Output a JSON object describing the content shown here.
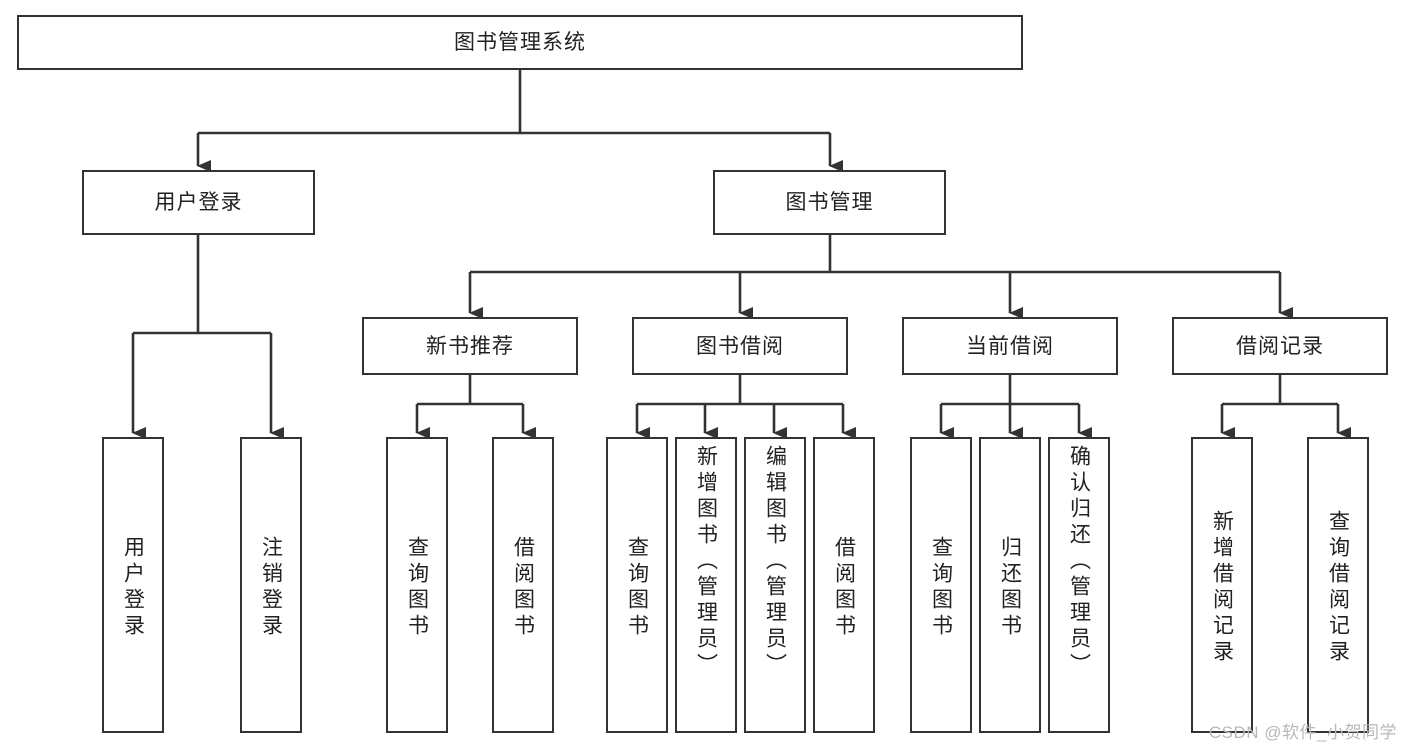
{
  "diagram": {
    "title": "图书管理系统",
    "type": "tree-hierarchy",
    "root": {
      "id": "root",
      "label": "图书管理系统"
    },
    "level1": [
      {
        "id": "user-login",
        "label": "用户登录"
      },
      {
        "id": "book-manage",
        "label": "图书管理"
      }
    ],
    "level2": [
      {
        "id": "new-book-rec",
        "label": "新书推荐",
        "parent": "book-manage"
      },
      {
        "id": "book-borrow",
        "label": "图书借阅",
        "parent": "book-manage"
      },
      {
        "id": "current-borrow",
        "label": "当前借阅",
        "parent": "book-manage"
      },
      {
        "id": "borrow-record",
        "label": "借阅记录",
        "parent": "book-manage"
      }
    ],
    "leaves": [
      {
        "id": "leaf-user-login",
        "label": "用户登录",
        "parent": "user-login"
      },
      {
        "id": "leaf-logout",
        "label": "注销登录",
        "parent": "user-login"
      },
      {
        "id": "leaf-query-book-1",
        "label": "查询图书",
        "parent": "new-book-rec"
      },
      {
        "id": "leaf-borrow-book-1",
        "label": "借阅图书",
        "parent": "new-book-rec"
      },
      {
        "id": "leaf-query-book-2",
        "label": "查询图书",
        "parent": "book-borrow"
      },
      {
        "id": "leaf-add-book",
        "label": "新增图书（管理员）",
        "parent": "book-borrow"
      },
      {
        "id": "leaf-edit-book",
        "label": "编辑图书（管理员）",
        "parent": "book-borrow"
      },
      {
        "id": "leaf-borrow-book-2",
        "label": "借阅图书",
        "parent": "book-borrow"
      },
      {
        "id": "leaf-query-book-3",
        "label": "查询图书",
        "parent": "current-borrow"
      },
      {
        "id": "leaf-return-book",
        "label": "归还图书",
        "parent": "current-borrow"
      },
      {
        "id": "leaf-confirm-return",
        "label": "确认归还（管理员）",
        "parent": "current-borrow"
      },
      {
        "id": "leaf-add-record",
        "label": "新增借阅记录",
        "parent": "borrow-record"
      },
      {
        "id": "leaf-query-record",
        "label": "查询借阅记录",
        "parent": "borrow-record"
      }
    ]
  },
  "watermark": {
    "text": "CSDN @软件_小贺同学"
  },
  "colors": {
    "stroke": "#333333",
    "box_fill": "#ffffff",
    "text": "#222222",
    "watermark": "#b8b8b8",
    "background": "#ffffff"
  }
}
